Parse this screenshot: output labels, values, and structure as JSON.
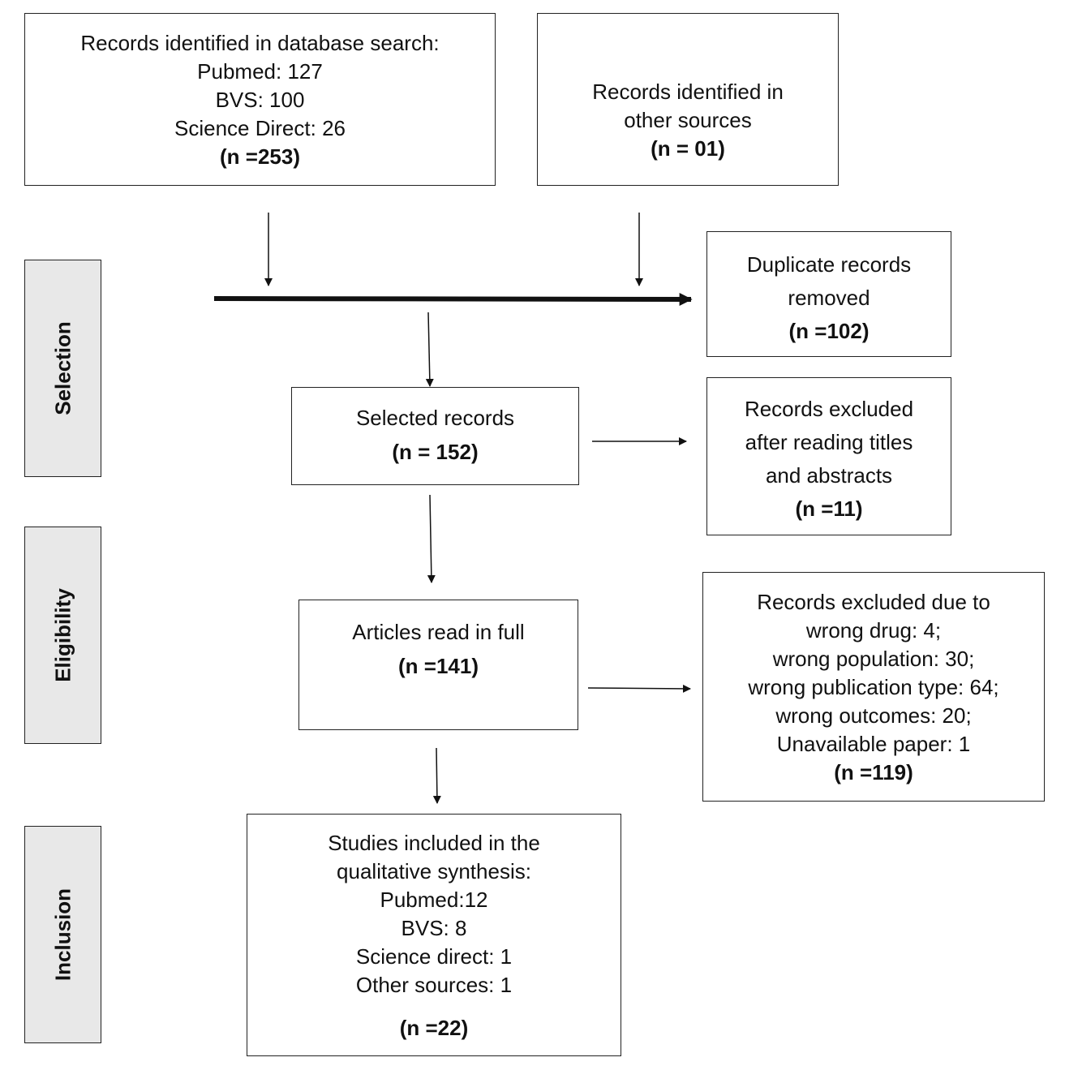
{
  "stages": [
    {
      "id": "selection",
      "label": "Selection"
    },
    {
      "id": "eligibility",
      "label": "Eligibility"
    },
    {
      "id": "inclusion",
      "label": "Inclusion"
    }
  ],
  "boxes": {
    "database_search": {
      "lines": [
        "Records identified in database search:",
        "Pubmed: 127",
        "BVS: 100",
        "Science Direct: 26"
      ],
      "n": "(n =253)"
    },
    "other_sources": {
      "lines": [
        "Records identified in",
        "other sources"
      ],
      "n": "(n = 01)"
    },
    "duplicates_removed": {
      "lines": [
        "Duplicate records",
        "removed"
      ],
      "n": "(n =102)"
    },
    "selected_records": {
      "lines": [
        "Selected records"
      ],
      "n": "(n = 152)"
    },
    "excluded_titles": {
      "lines": [
        "Records excluded",
        "after reading titles",
        "and abstracts"
      ],
      "n": "(n =11)"
    },
    "full_text": {
      "lines": [
        "Articles read in full"
      ],
      "n": "(n =141)"
    },
    "excluded_reasons": {
      "lines": [
        "Records excluded due to",
        "wrong drug: 4;",
        "wrong population: 30;",
        "wrong publication type: 64;",
        "wrong outcomes: 20;",
        "Unavailable paper: 1"
      ],
      "n": "(n =119)"
    },
    "included": {
      "lines": [
        "Studies included in the",
        "qualitative synthesis:",
        "Pubmed:12",
        "BVS: 8",
        "Science direct: 1",
        "Other sources: 1"
      ],
      "n": "(n =22)"
    }
  }
}
